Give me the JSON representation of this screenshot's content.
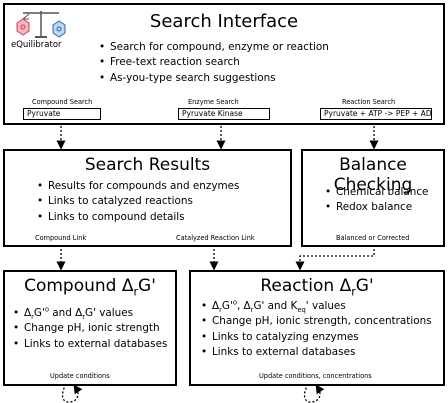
{
  "logo": {
    "text": "eQuilibrator"
  },
  "search_interface": {
    "title": "Search Interface",
    "bullets": [
      "Search for compound, enzyme or reaction",
      "Free-text reaction search",
      "As-you-type search suggestions"
    ],
    "fields": [
      {
        "label": "Compound Search",
        "value": "Pyruvate"
      },
      {
        "label": "Enzyme Search",
        "value": "Pyruvate Kinase"
      },
      {
        "label": "Reaction Search",
        "value": "Pyruvate + ATP -> PEP + ADP"
      }
    ]
  },
  "search_results": {
    "title": "Search Results",
    "bullets": [
      "Results for compounds and enzymes",
      "Links to catalyzed reactions",
      "Links to compound details"
    ],
    "link_left": "Compound Link",
    "link_right": "Catalyzed Reaction Link"
  },
  "balance_checking": {
    "title": "Balance Checking",
    "bullets": [
      "Chemical balance",
      "Redox balance"
    ],
    "footer": "Balanced or Corrected"
  },
  "compound": {
    "title_main": "Compound Δ",
    "title_sub": "r",
    "title_end": "G'",
    "bullet1": {
      "a": "Δ",
      "a_sub": "r",
      "b": "G'",
      "b_sup": "o",
      "c": " and Δ",
      "c_sub": "r",
      "d": "G' values"
    },
    "bullets": [
      "Change pH, ionic strength",
      "Links to external databases"
    ],
    "footer": "Update conditions"
  },
  "reaction": {
    "title_main": "Reaction Δ",
    "title_sub": "r",
    "title_end": "G'",
    "bullet1": {
      "a": "Δ",
      "a_sub": "r",
      "b": "G'",
      "b_sup": "o",
      "c": ", Δ",
      "c_sub": "r",
      "d": "G' and K",
      "d_sub": "eq",
      "e": "' values"
    },
    "bullets": [
      "Change pH, ionic strength, concentrations",
      "Links to catalyzing enzymes",
      "Links to external databases"
    ],
    "footer": "Update conditions, concentrations"
  }
}
